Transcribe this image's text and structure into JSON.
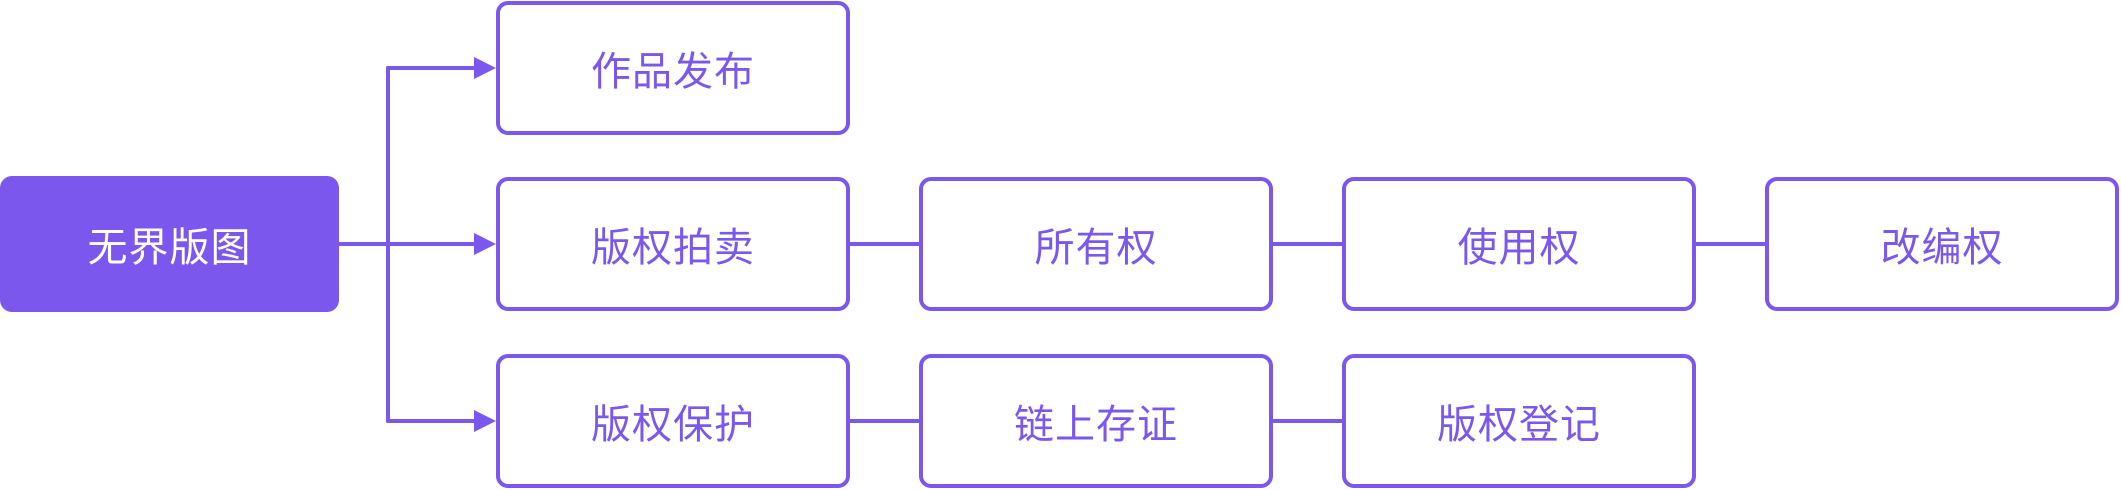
{
  "colors": {
    "accent": "#7b57ee",
    "root_text": "#ffffff",
    "box_background": "#ffffff"
  },
  "diagram": {
    "root": {
      "label": "无界版图"
    },
    "branch_publish": {
      "label": "作品发布"
    },
    "branch_auction": {
      "label": "版权拍卖",
      "chain": [
        "所有权",
        "使用权",
        "改编权"
      ]
    },
    "branch_protection": {
      "label": "版权保护",
      "chain": [
        "链上存证",
        "版权登记"
      ]
    }
  }
}
